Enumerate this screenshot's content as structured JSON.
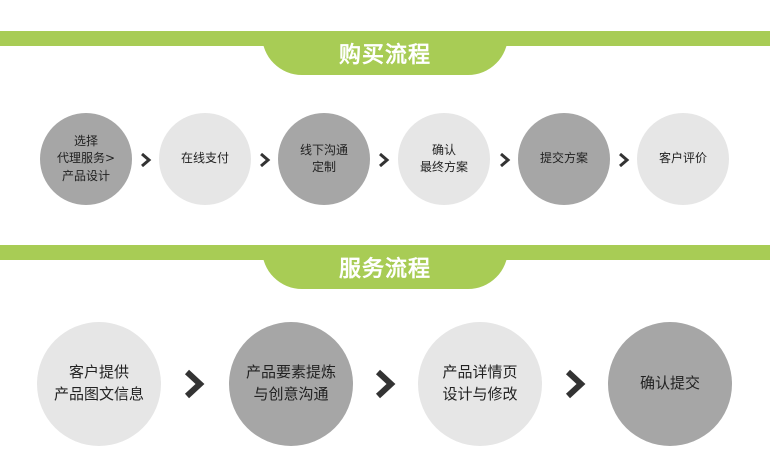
{
  "purchase_flow": {
    "title": "购买流程",
    "steps": [
      {
        "label": "选择\n代理服务>\n产品设计",
        "style": "dark"
      },
      {
        "label": "在线支付",
        "style": "light"
      },
      {
        "label": "线下沟通\n定制",
        "style": "dark"
      },
      {
        "label": "确认\n最终方案",
        "style": "light"
      },
      {
        "label": "提交方案",
        "style": "dark"
      },
      {
        "label": "客户评价",
        "style": "light"
      }
    ]
  },
  "service_flow": {
    "title": "服务流程",
    "steps": [
      {
        "label": "客户提供\n产品图文信息",
        "style": "light"
      },
      {
        "label": "产品要素提炼\n与创意沟通",
        "style": "dark"
      },
      {
        "label": "产品详情页\n设计与修改",
        "style": "light"
      },
      {
        "label": "确认提交",
        "style": "dark"
      }
    ]
  },
  "colors": {
    "accent": "#a8cc55",
    "circle_dark": "#a6a6a6",
    "circle_light": "#e6e6e6",
    "arrow": "#333333"
  },
  "icons": {
    "arrow": "chevron-right-icon"
  }
}
